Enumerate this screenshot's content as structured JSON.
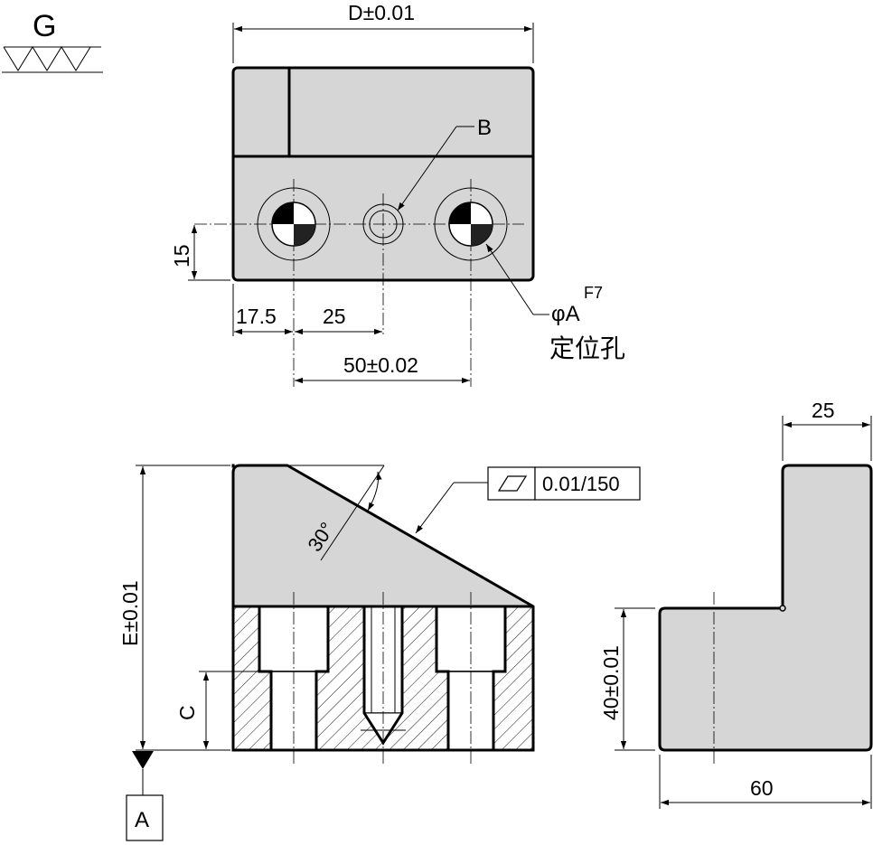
{
  "surface_finish": {
    "symbol": "G"
  },
  "top_view": {
    "dim_D": "D±0.01",
    "label_B": "B",
    "dim_15": "15",
    "dim_17_5": "17.5",
    "dim_25": "25",
    "dim_50": "50±0.02",
    "hole_label": "φA",
    "hole_tolerance": "F7",
    "hole_note": "定位孔"
  },
  "front_view": {
    "angle": "30°",
    "flatness_tolerance": "0.01/150",
    "dim_E": "E±0.01",
    "dim_C": "C",
    "datum": "A"
  },
  "side_view": {
    "dim_25": "25",
    "dim_40": "40±0.01",
    "dim_60": "60"
  },
  "colors": {
    "part_fill": "#d6d6d6",
    "line": "#000000",
    "background": "#ffffff"
  }
}
